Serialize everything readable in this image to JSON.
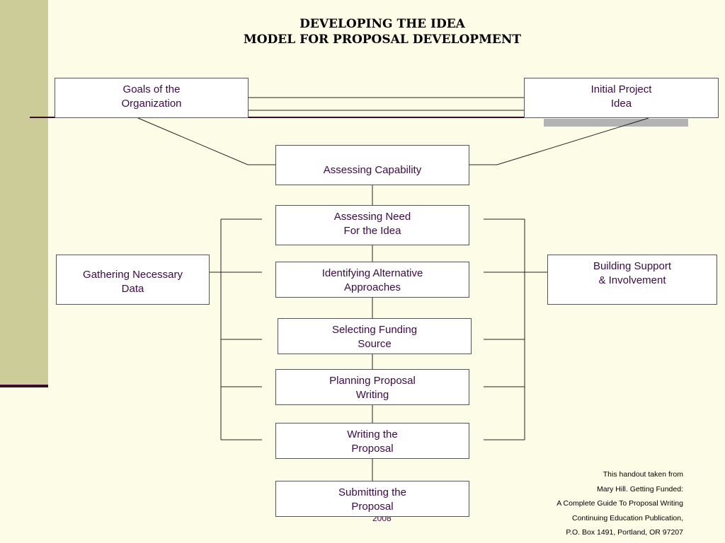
{
  "title": {
    "line1": "DEVELOPING THE IDEA",
    "line2": "MODEL FOR PROPOSAL DEVELOPMENT"
  },
  "boxes": {
    "goals": [
      "Goals of the",
      "Organization"
    ],
    "initial_idea": [
      "Initial Project",
      "Idea"
    ],
    "assessing_capability": [
      "Assessing Capability"
    ],
    "assessing_need": [
      "Assessing Need",
      "For the Idea"
    ],
    "identifying_approaches": [
      "Identifying Alternative",
      "Approaches"
    ],
    "selecting_funding": [
      "Selecting Funding",
      "Source"
    ],
    "planning_writing": [
      "Planning Proposal",
      "Writing"
    ],
    "writing_proposal": [
      "Writing the",
      "Proposal"
    ],
    "submitting_proposal": [
      "Submitting the",
      "Proposal"
    ],
    "gathering_data": [
      "Gathering Necessary",
      "Data"
    ],
    "building_support": [
      "Building Support",
      "& Involvement"
    ]
  },
  "year": "2008",
  "citation": [
    "This handout taken from",
    "Mary Hill. Getting Funded:",
    "A Complete Guide To Proposal Writing",
    "Continuing Education Publication,",
    "P.O. Box 1491, Portland, OR  97207"
  ],
  "colors": {
    "background": "#fdfce6",
    "side_band": "#cccc99",
    "accent_rule": "#3c0a28",
    "box_text": "#3c0a46"
  }
}
